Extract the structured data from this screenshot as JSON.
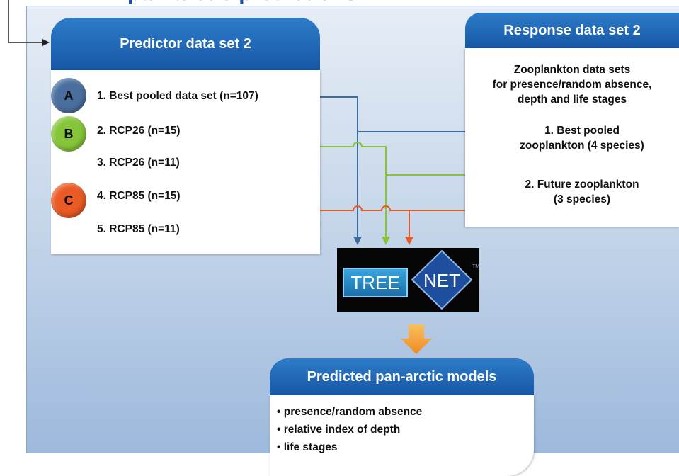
{
  "title_partial": "pan-arctic predictions",
  "predictor": {
    "header": "Predictor data set 2",
    "groups": [
      {
        "letter": "A",
        "color": "#4a6f9f"
      },
      {
        "letter": "B",
        "color": "#86c53a"
      },
      {
        "letter": "C",
        "color": "#ea5a25"
      }
    ],
    "items": [
      "1. Best pooled data set (n=107)",
      "2. RCP26 (n=15)",
      "3. RCP26 (n=11)",
      "4. RCP85 (n=15)",
      "5. RCP85 (n=11)"
    ]
  },
  "response": {
    "header": "Response data set 2",
    "title_lines": [
      "Zooplankton data sets",
      "for presence/random absence,",
      "depth and life stages"
    ],
    "items": [
      {
        "line1": "1. Best pooled",
        "line2": "zooplankton (4 species)"
      },
      {
        "line1": "2. Future zooplankton",
        "line2": "(3 species)"
      }
    ]
  },
  "model": {
    "tree": "TREE",
    "net": "NET",
    "tm": "TM"
  },
  "output": {
    "header": "Predicted pan-arctic models",
    "bullets": [
      "presence/random absence",
      "relative index of depth",
      "life stages"
    ]
  },
  "colors": {
    "line_a": "#3e6c9a",
    "line_b": "#86c53a",
    "line_c": "#e85a25",
    "arrow": "#f5a030"
  }
}
